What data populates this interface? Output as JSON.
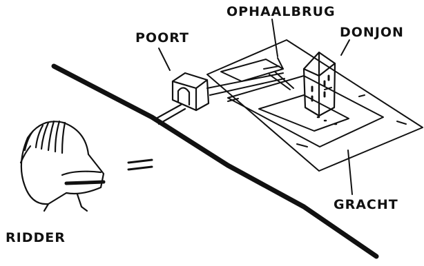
{
  "labels": {
    "poort": "POORT",
    "ophaalbrug": "OPHAALBRUG",
    "donjon": "DONJON",
    "gracht": "GRACHT",
    "ridder": "RIDDER",
    "equals": "="
  },
  "colors": {
    "ink": "#111111",
    "paper": "#ffffff"
  },
  "icons": [
    "knight-helmet-icon",
    "castle-gate-icon",
    "drawbridge-icon",
    "keep-tower-icon",
    "moat-icon"
  ]
}
